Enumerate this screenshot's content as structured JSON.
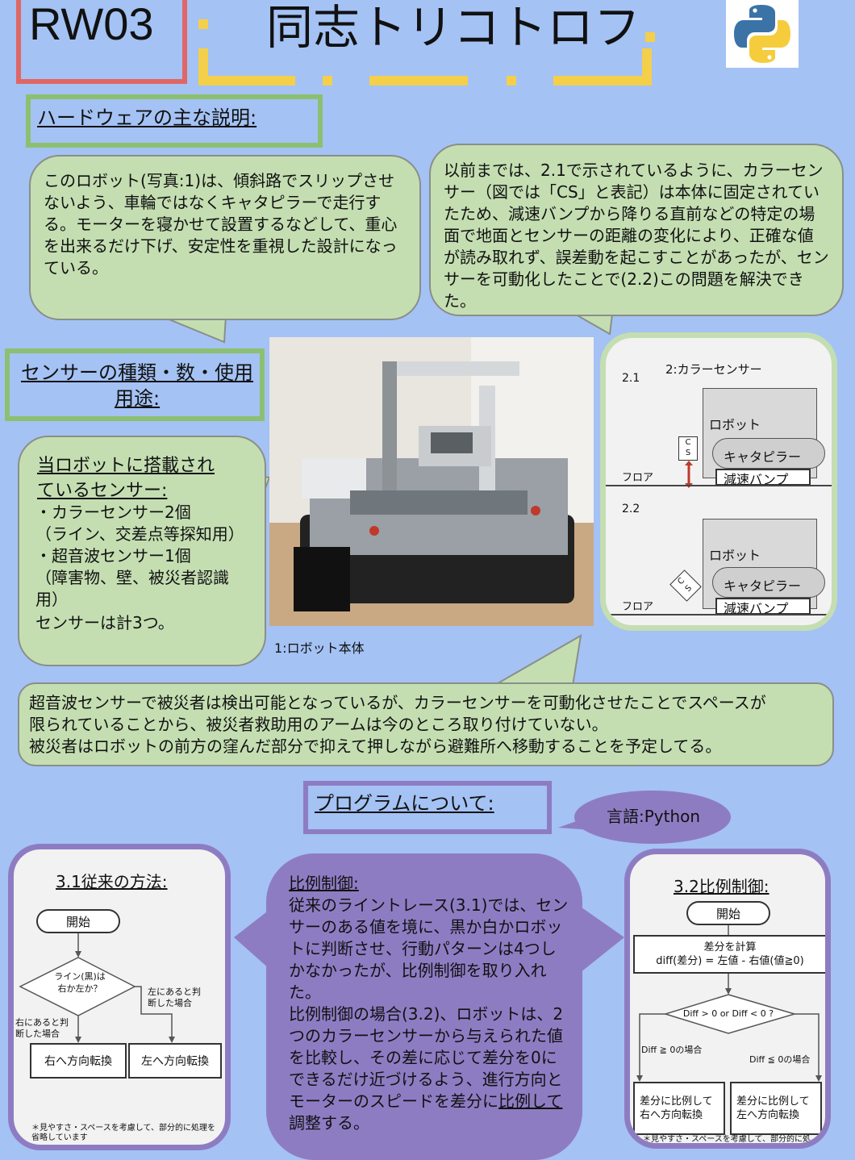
{
  "header": {
    "team_code": "RW03",
    "team_name": "同志トリコトロフ",
    "logo": "python-logo"
  },
  "hardware": {
    "label": "ハードウェアの主な説明:",
    "left_text": "このロボット(写真:1)は、傾斜路でスリップさせないよう、車輪ではなくキャタピラーで走行する。モーターを寝かせて設置するなどして、重心を出来るだけ下げ、安定性を重視した設計になっている。",
    "right_text": "以前までは、2.1で示されているように、カラーセンサー（図では「CS」と表記）は本体に固定されていたため、減速バンプから降りる直前などの特定の場面で地面とセンサーの距離の変化により、正確な値が読み取れず、誤差動を起こすことがあったが、センサーを可動化したことで(2.2)この問題を解決できた。"
  },
  "sensor": {
    "label": "センサーの種類・数・使用用途:",
    "heading": "当ロボットに搭載されているセンサー:",
    "lines": [
      "・カラーセンサー2個",
      "（ライン、交差点等探知用）",
      "・超音波センサー1個",
      "（障害物、壁、被災者認識用）",
      "センサーは計3つ。"
    ]
  },
  "photo": {
    "caption": "1:ロボット本体"
  },
  "diagram2": {
    "title": "2:カラーセンサー",
    "a_label": "2.1",
    "b_label": "2.2",
    "robot": "ロボット",
    "track": "キャタピラー",
    "floor": "フロア",
    "bump": "減速バンプ",
    "cs_c": "C",
    "cs_s": "S"
  },
  "note": {
    "lines": [
      "超音波センサーで被災者は検出可能となっているが、カラーセンサーを可動化させたことでスペースが",
      "限られていることから、被災者救助用のアームは今のところ取り付けていない。",
      "被災者はロボットの前方の窪んだ部分で抑えて押しながら避難所へ移動することを予定してる。"
    ]
  },
  "program": {
    "label": "プログラムについて:",
    "language": "言語:Python"
  },
  "flow1": {
    "title": "3.1従来の方法:",
    "start": "開始",
    "decision_1": "ライン(黒)は",
    "decision_2": "右か左か？",
    "right_1": "右にあると判",
    "right_2": "断した場合",
    "left_1": "左にあると判",
    "left_2": "断した場合",
    "turn_right": "右へ方向転換",
    "turn_left": "左へ方向転換",
    "footnote": "＊見やすさ・スペースを考慮して、部分的に処理を省略しています"
  },
  "proportional": {
    "heading": "比例制御:",
    "body_1": "従来のライントレース(3.1)では、センサーのある値を境に、黒か白かロボットに判断させ、行動パターンは4つしかなかったが、比例制御を取り入れた。",
    "body_2": "比例制御の場合(3.2)、ロボットは、2つのカラーセンサーから与えられた値を比較し、その差に応じて差分を0にできるだけ近づけるよう、進行方向とモーターのスピードを差分に",
    "body_ul": "比例して",
    "body_end": "調整する。"
  },
  "flow2": {
    "title": "3.2比例制御:",
    "start": "開始",
    "calc_1": "差分を計算",
    "calc_2": "diff(差分) = 左値 - 右値(値≧0)",
    "decision": "Diff > 0 or Diff < 0 ?",
    "branch_left": "Diff ≧ 0の場合",
    "branch_right": "Diff ≦ 0の場合",
    "out_right": "差分に比例して右へ方向転換",
    "out_left": "差分に比例して左へ方向転換",
    "footnote": "＊見やすさ・スペースを考慮して、部分的に処"
  }
}
